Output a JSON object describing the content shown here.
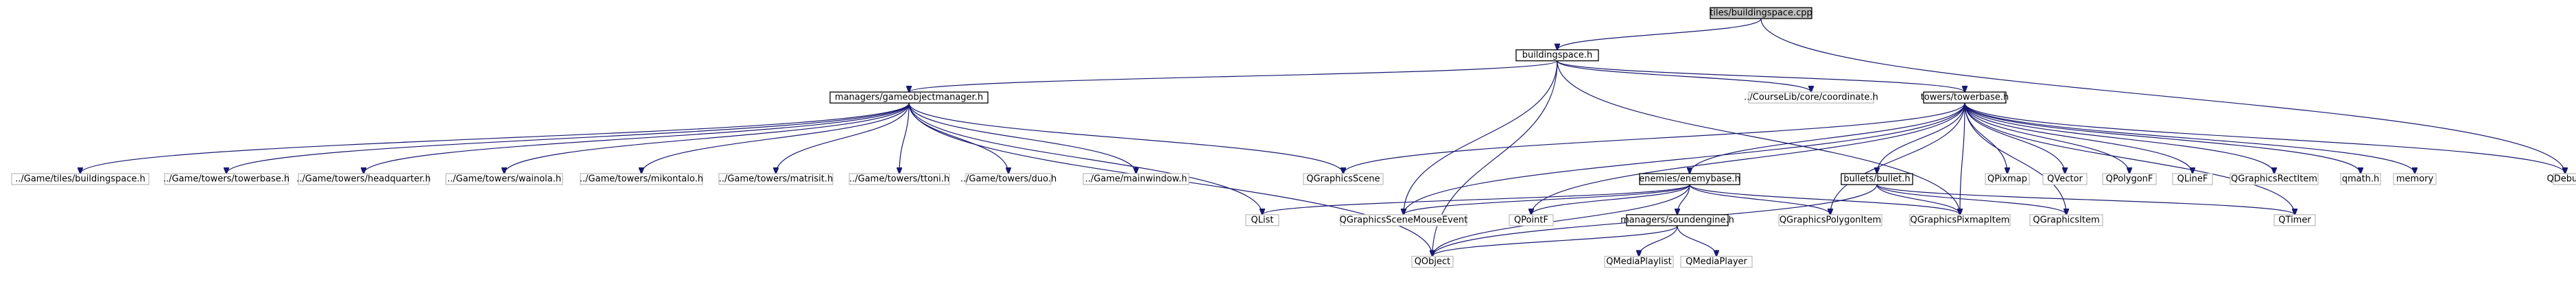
{
  "graph": {
    "title": "tiles/buildingspace.cpp",
    "edge_color": "#191970",
    "root_fill": "#bfbfbf",
    "external_border": "#bfbfbf",
    "nodes": [
      {
        "id": "root",
        "label": "tiles/buildingspace.cpp",
        "kind": "root"
      },
      {
        "id": "bs_h",
        "label": "buildingspace.h",
        "kind": "local"
      },
      {
        "id": "gom",
        "label": "managers/gameobjectmanager.h",
        "kind": "local"
      },
      {
        "id": "coord",
        "label": "../CourseLib/core/coordinate.h",
        "kind": "external"
      },
      {
        "id": "tb",
        "label": "towers/towerbase.h",
        "kind": "local"
      },
      {
        "id": "qdebug",
        "label": "QDebug",
        "kind": "external"
      },
      {
        "id": "g_bs",
        "label": "../Game/tiles/buildingspace.h",
        "kind": "external"
      },
      {
        "id": "g_tb",
        "label": "../Game/towers/towerbase.h",
        "kind": "external"
      },
      {
        "id": "g_hq",
        "label": "../Game/towers/headquarter.h",
        "kind": "external"
      },
      {
        "id": "g_wai",
        "label": "../Game/towers/wainola.h",
        "kind": "external"
      },
      {
        "id": "g_mik",
        "label": "../Game/towers/mikontalo.h",
        "kind": "external"
      },
      {
        "id": "g_mat",
        "label": "../Game/towers/matrisit.h",
        "kind": "external"
      },
      {
        "id": "g_tto",
        "label": "../Game/towers/ttoni.h",
        "kind": "external"
      },
      {
        "id": "g_duo",
        "label": "../Game/towers/duo.h",
        "kind": "external"
      },
      {
        "id": "g_mw",
        "label": "../Game/mainwindow.h",
        "kind": "external"
      },
      {
        "id": "qgscene",
        "label": "QGraphicsScene",
        "kind": "external"
      },
      {
        "id": "eb",
        "label": "enemies/enemybase.h",
        "kind": "local"
      },
      {
        "id": "bullet",
        "label": "bullets/bullet.h",
        "kind": "local"
      },
      {
        "id": "qpixmap",
        "label": "QPixmap",
        "kind": "external"
      },
      {
        "id": "qvector",
        "label": "QVector",
        "kind": "external"
      },
      {
        "id": "qpolyf",
        "label": "QPolygonF",
        "kind": "external"
      },
      {
        "id": "qlinef",
        "label": "QLineF",
        "kind": "external"
      },
      {
        "id": "qgrect",
        "label": "QGraphicsRectItem",
        "kind": "external"
      },
      {
        "id": "qmath",
        "label": "qmath.h",
        "kind": "external"
      },
      {
        "id": "memory",
        "label": "memory",
        "kind": "external"
      },
      {
        "id": "qlist",
        "label": "QList",
        "kind": "external"
      },
      {
        "id": "qgsme",
        "label": "QGraphicsSceneMouseEvent",
        "kind": "external"
      },
      {
        "id": "qpointf",
        "label": "QPointF",
        "kind": "external"
      },
      {
        "id": "sound",
        "label": "managers/soundengine.h",
        "kind": "local"
      },
      {
        "id": "qgpoly",
        "label": "QGraphicsPolygonItem",
        "kind": "external"
      },
      {
        "id": "qgpix",
        "label": "QGraphicsPixmapItem",
        "kind": "external"
      },
      {
        "id": "qgitem",
        "label": "QGraphicsItem",
        "kind": "external"
      },
      {
        "id": "qtimer",
        "label": "QTimer",
        "kind": "external"
      },
      {
        "id": "qobject",
        "label": "QObject",
        "kind": "external"
      },
      {
        "id": "qmplist",
        "label": "QMediaPlaylist",
        "kind": "external"
      },
      {
        "id": "qmplayer",
        "label": "QMediaPlayer",
        "kind": "external"
      }
    ],
    "edges": [
      [
        "root",
        "bs_h"
      ],
      [
        "root",
        "qdebug"
      ],
      [
        "bs_h",
        "gom"
      ],
      [
        "bs_h",
        "coord"
      ],
      [
        "bs_h",
        "tb"
      ],
      [
        "bs_h",
        "qobject"
      ],
      [
        "bs_h",
        "qgsme"
      ],
      [
        "bs_h",
        "qgpix"
      ],
      [
        "gom",
        "g_bs"
      ],
      [
        "gom",
        "g_tb"
      ],
      [
        "gom",
        "g_hq"
      ],
      [
        "gom",
        "g_wai"
      ],
      [
        "gom",
        "g_mik"
      ],
      [
        "gom",
        "g_mat"
      ],
      [
        "gom",
        "g_tto"
      ],
      [
        "gom",
        "g_duo"
      ],
      [
        "gom",
        "g_mw"
      ],
      [
        "gom",
        "qgscene"
      ],
      [
        "gom",
        "qlist"
      ],
      [
        "gom",
        "qobject"
      ],
      [
        "tb",
        "qgscene"
      ],
      [
        "tb",
        "eb"
      ],
      [
        "tb",
        "bullet"
      ],
      [
        "tb",
        "qpixmap"
      ],
      [
        "tb",
        "qvector"
      ],
      [
        "tb",
        "qpolyf"
      ],
      [
        "tb",
        "qlinef"
      ],
      [
        "tb",
        "qgrect"
      ],
      [
        "tb",
        "qmath"
      ],
      [
        "tb",
        "memory"
      ],
      [
        "tb",
        "qdebug"
      ],
      [
        "tb",
        "qtimer"
      ],
      [
        "tb",
        "qpointf"
      ],
      [
        "tb",
        "qgpoly"
      ],
      [
        "tb",
        "qgpix"
      ],
      [
        "tb",
        "qgitem"
      ],
      [
        "tb",
        "qgsme"
      ],
      [
        "eb",
        "qlist"
      ],
      [
        "eb",
        "qgsme"
      ],
      [
        "eb",
        "qpointf"
      ],
      [
        "eb",
        "sound"
      ],
      [
        "eb",
        "qgpoly"
      ],
      [
        "eb",
        "qgpix"
      ],
      [
        "eb",
        "qobject"
      ],
      [
        "bullet",
        "qgpix"
      ],
      [
        "bullet",
        "qgitem"
      ],
      [
        "bullet",
        "qtimer"
      ],
      [
        "bullet",
        "qobject"
      ],
      [
        "sound",
        "qobject"
      ],
      [
        "sound",
        "qmplist"
      ],
      [
        "sound",
        "qmplayer"
      ]
    ]
  }
}
